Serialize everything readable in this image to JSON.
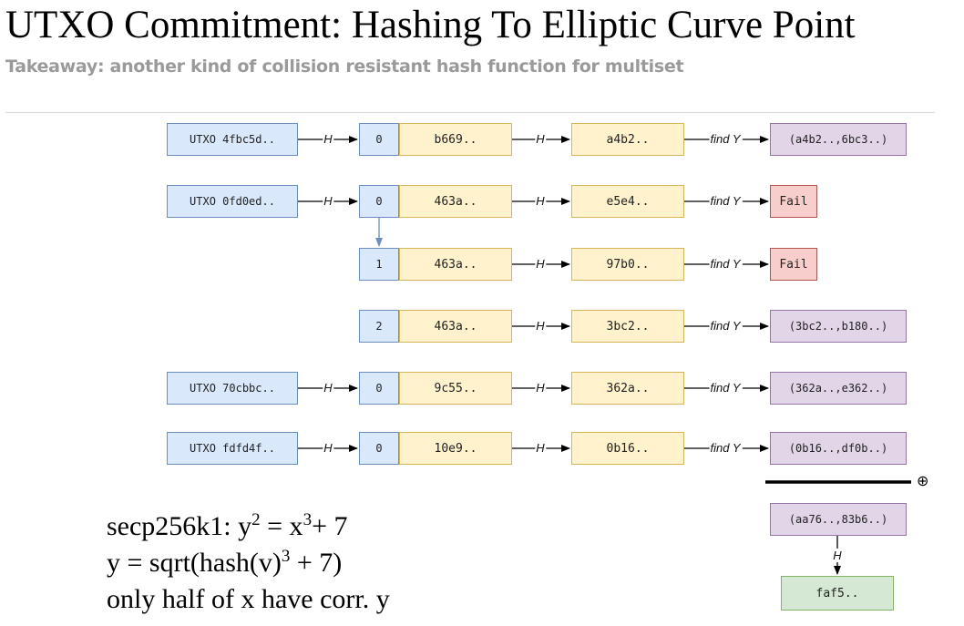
{
  "slide": {
    "title": "UTXO Commitment: Hashing To Elliptic Curve Point",
    "subtitle": "Takeaway: another kind of collision resistant hash function for  multiset"
  },
  "diagram": {
    "edge_labels": {
      "hash": "H",
      "find_y": "find Y"
    },
    "rows": [
      {
        "utxo": "UTXO 4fbc5d..",
        "nonce": "0",
        "hash_input": "b669..",
        "hash_output": "a4b2..",
        "result": "(a4b2..,6bc3..)",
        "result_type": "point"
      },
      {
        "utxo": "UTXO 0fd0ed..",
        "nonce": "0",
        "hash_input": "463a..",
        "hash_output": "e5e4..",
        "result": "Fail",
        "result_type": "fail"
      },
      {
        "utxo": "",
        "nonce": "1",
        "hash_input": "463a..",
        "hash_output": "97b0..",
        "result": "Fail",
        "result_type": "fail"
      },
      {
        "utxo": "",
        "nonce": "2",
        "hash_input": "463a..",
        "hash_output": "3bc2..",
        "result": "(3bc2..,b180..)",
        "result_type": "point"
      },
      {
        "utxo": "UTXO 70cbbc..",
        "nonce": "0",
        "hash_input": "9c55..",
        "hash_output": "362a..",
        "result": "(362a..,e362..)",
        "result_type": "point"
      },
      {
        "utxo": "UTXO fdfd4f..",
        "nonce": "0",
        "hash_input": "10e9..",
        "hash_output": "0b16..",
        "result": "(0b16..,df0b..)",
        "result_type": "point"
      }
    ],
    "sum_symbol": "⊕",
    "sum_point": "(aa76..,83b6..)",
    "final_hash": "faf5.."
  },
  "formulas": {
    "line1_prefix": "secp256k1: y",
    "line1_exp1": "2",
    "line1_mid": " = x",
    "line1_exp2": "3",
    "line1_suffix": "+ 7",
    "line2_prefix": "y = sqrt(hash(v)",
    "line2_exp": "3",
    "line2_suffix": " + 7)",
    "line3": "only half of x have corr. y"
  },
  "colors": {
    "blue_fill": "#dae8fc",
    "blue_stroke": "#6c8ebf",
    "yellow_fill": "#fff2cc",
    "yellow_stroke": "#d6b656",
    "purple_fill": "#e1d5e7",
    "purple_stroke": "#9673a6",
    "red_fill": "#f8cecc",
    "red_stroke": "#b85450",
    "green_fill": "#d5e8d4",
    "green_stroke": "#82b366",
    "subtitle_gray": "#9a9a9a"
  }
}
